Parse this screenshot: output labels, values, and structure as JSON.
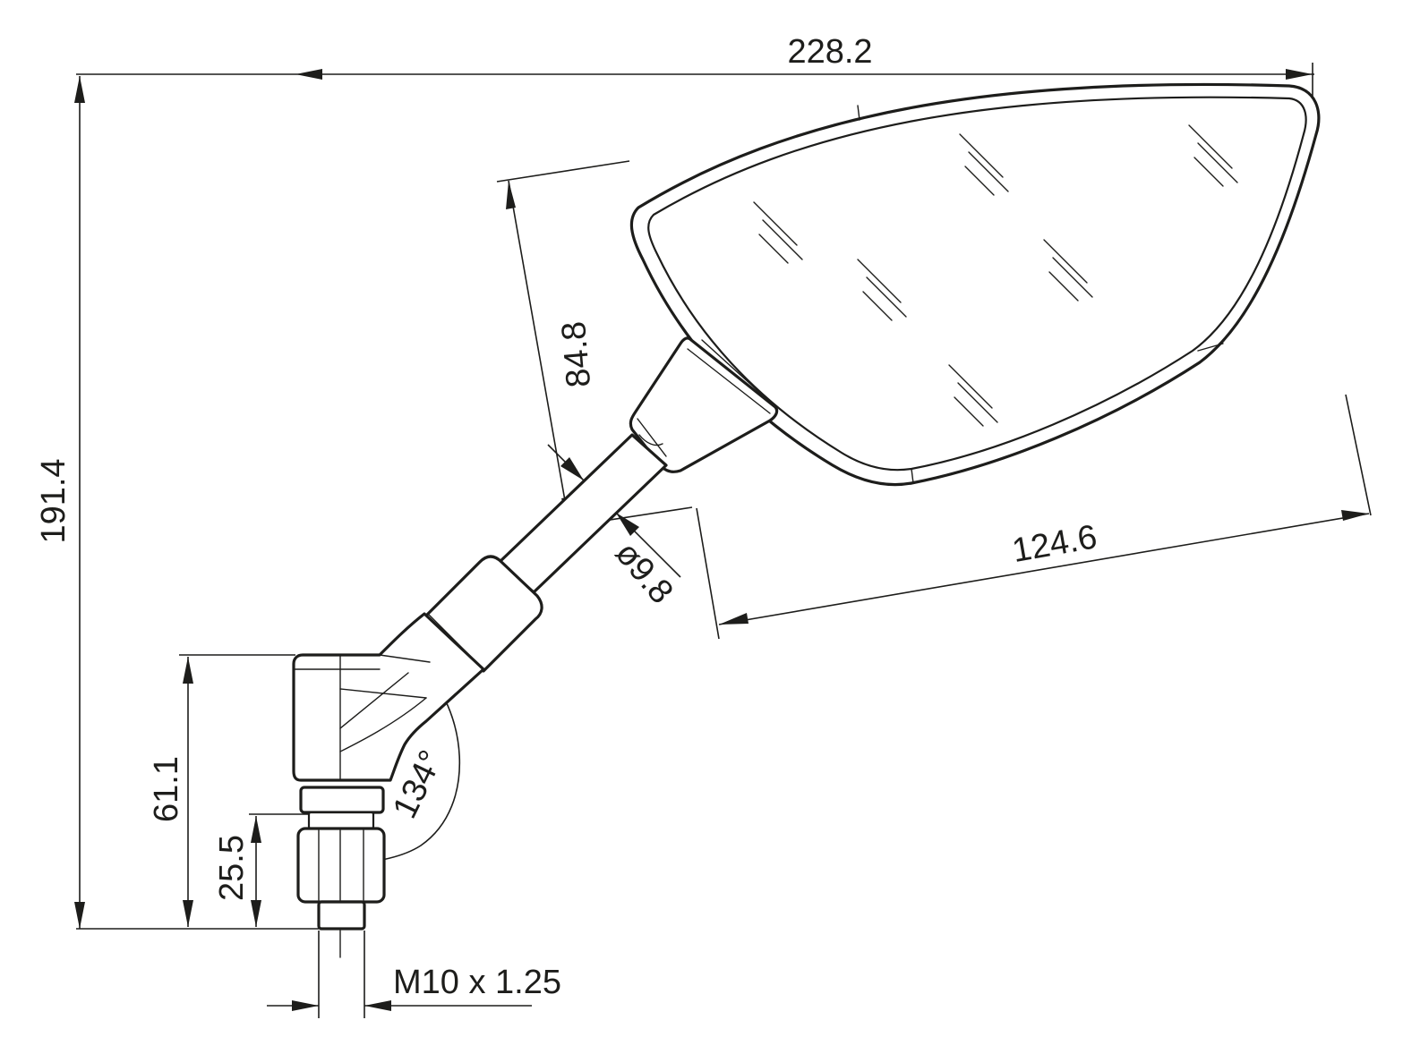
{
  "dimensions": {
    "overall_width": "228.2",
    "overall_height": "191.4",
    "arm_length": "84.8",
    "rod_diameter": "ø9.8",
    "mirror_width": "124.6",
    "mount_height": "61.1",
    "thread_length": "25.5",
    "mount_angle": "134°",
    "thread_spec": "M10 x 1.25"
  },
  "colors": {
    "line": "#1d1d1b",
    "background": "#ffffff"
  }
}
